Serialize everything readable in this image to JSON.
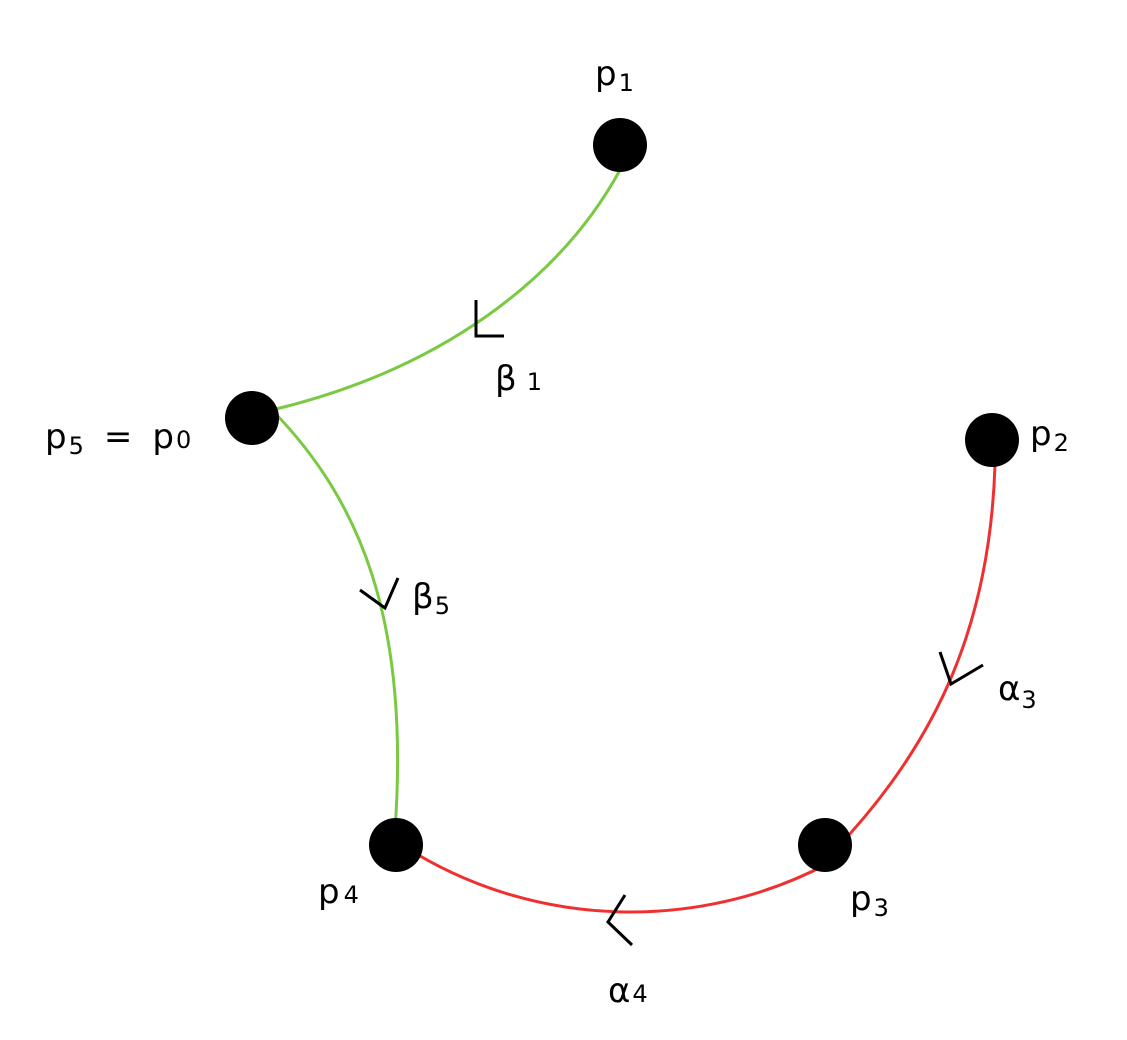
{
  "colors": {
    "beta_path": "#7ac943",
    "alpha_path": "#f03030",
    "node": "#000000",
    "arrow": "#000000"
  },
  "nodes": [
    {
      "id": "p1",
      "label": "p",
      "sub": "1"
    },
    {
      "id": "p0",
      "label": "p",
      "sub": "5",
      "eq": "=",
      "label2": "p",
      "sub2": "0"
    },
    {
      "id": "p2",
      "label": "p",
      "sub": "2"
    },
    {
      "id": "p3",
      "label": "p",
      "sub": "3"
    },
    {
      "id": "p4",
      "label": "p",
      "sub": "4"
    }
  ],
  "edges": [
    {
      "id": "beta1",
      "label": "β",
      "sub": "1",
      "color": "green"
    },
    {
      "id": "beta5",
      "label": "β",
      "sub": "5",
      "color": "green"
    },
    {
      "id": "alpha3",
      "label": "α",
      "sub": "3",
      "color": "red"
    },
    {
      "id": "alpha4",
      "label": "α",
      "sub": "4",
      "color": "red"
    }
  ]
}
